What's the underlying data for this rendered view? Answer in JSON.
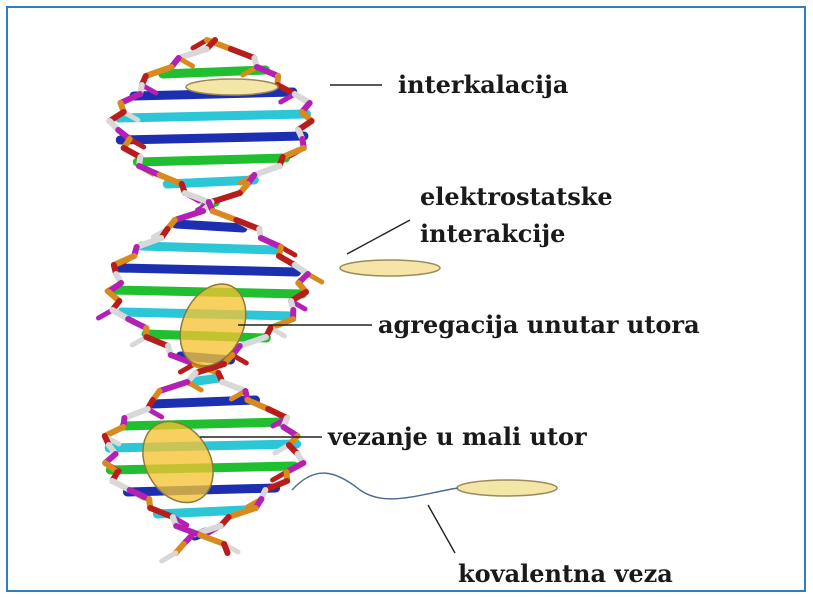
{
  "labels": {
    "intercalation": "interkalacija",
    "electrostatic_line1": "elektrostatske",
    "electrostatic_line2": "interakcije",
    "groove_aggregation": "agregacija unutar utora",
    "minor_groove": "vezanje u mali utor",
    "covalent": "kovalentna veza"
  },
  "colors": {
    "frame": "#2f7fbf",
    "backbone_magenta": "#b41fb4",
    "backbone_orange": "#d98a1c",
    "backbone_red": "#b81d1d",
    "backbone_white": "#d8d8d8",
    "base_blue": "#1c2fb0",
    "base_cyan": "#2cc7d6",
    "base_green": "#1fbf2f",
    "ligand_disc": "#f5e6a8",
    "groove_ellipse": "#f5c332"
  }
}
